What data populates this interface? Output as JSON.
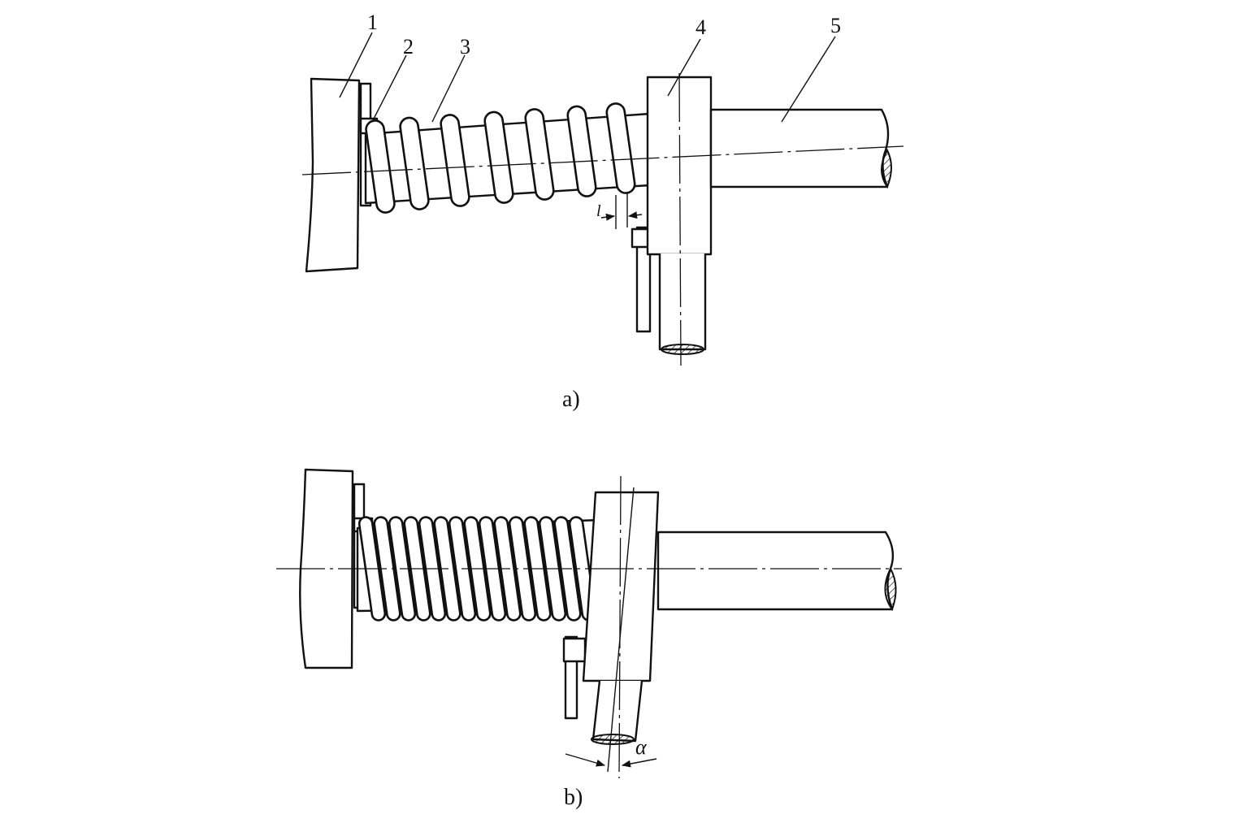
{
  "figure_a": {
    "caption": "a)",
    "part_labels": [
      "1",
      "2",
      "3",
      "4",
      "5"
    ],
    "dimension_label": "l"
  },
  "figure_b": {
    "caption": "b)",
    "angle_label": "α"
  }
}
